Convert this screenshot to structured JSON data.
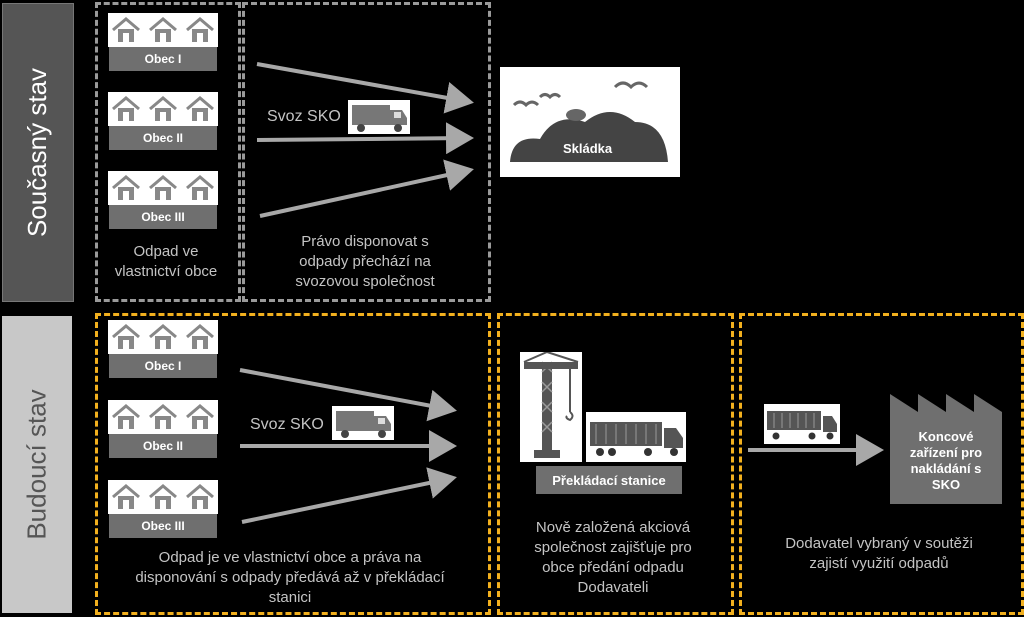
{
  "current": {
    "side_label": "Současný stav",
    "villages": [
      "Obec I",
      "Obec II",
      "Obec III"
    ],
    "col1_caption": [
      "Odpad ve",
      "vlastnictví obce"
    ],
    "transport_label": "Svoz SKO",
    "col2_caption": [
      "Právo disponovat s",
      "odpady přechází na",
      "svozovou společnost"
    ],
    "landfill_label": "Skládka"
  },
  "future": {
    "side_label": "Budoucí stav",
    "villages": [
      "Obec I",
      "Obec II",
      "Obec III"
    ],
    "transport_label": "Svoz SKO",
    "col1_caption": [
      "Odpad je ve vlastnictví obce a práva na",
      "disponování s odpady předává až v překládací",
      "stanici"
    ],
    "station_label": "Překládací stanice",
    "col2_caption": [
      "Nově založená akciová",
      "společnost zajišťuje pro",
      "obce předání odpadu",
      "Dodavateli"
    ],
    "facility_label": [
      "Koncové",
      "zařízení pro",
      "nakládání s",
      "SKO"
    ],
    "col3_caption": [
      "Dodavatel vybraný v soutěži",
      "zajistí využití odpadů"
    ]
  },
  "colors": {
    "dash_gray": "#9a9a9a",
    "dash_yellow": "#f2b01e",
    "label_gray": "#6f6f6f"
  },
  "icons": [
    "house-icon",
    "garbage-truck-icon",
    "landfill-icon",
    "crane-icon",
    "semi-truck-icon",
    "factory-icon",
    "arrow-icon"
  ]
}
